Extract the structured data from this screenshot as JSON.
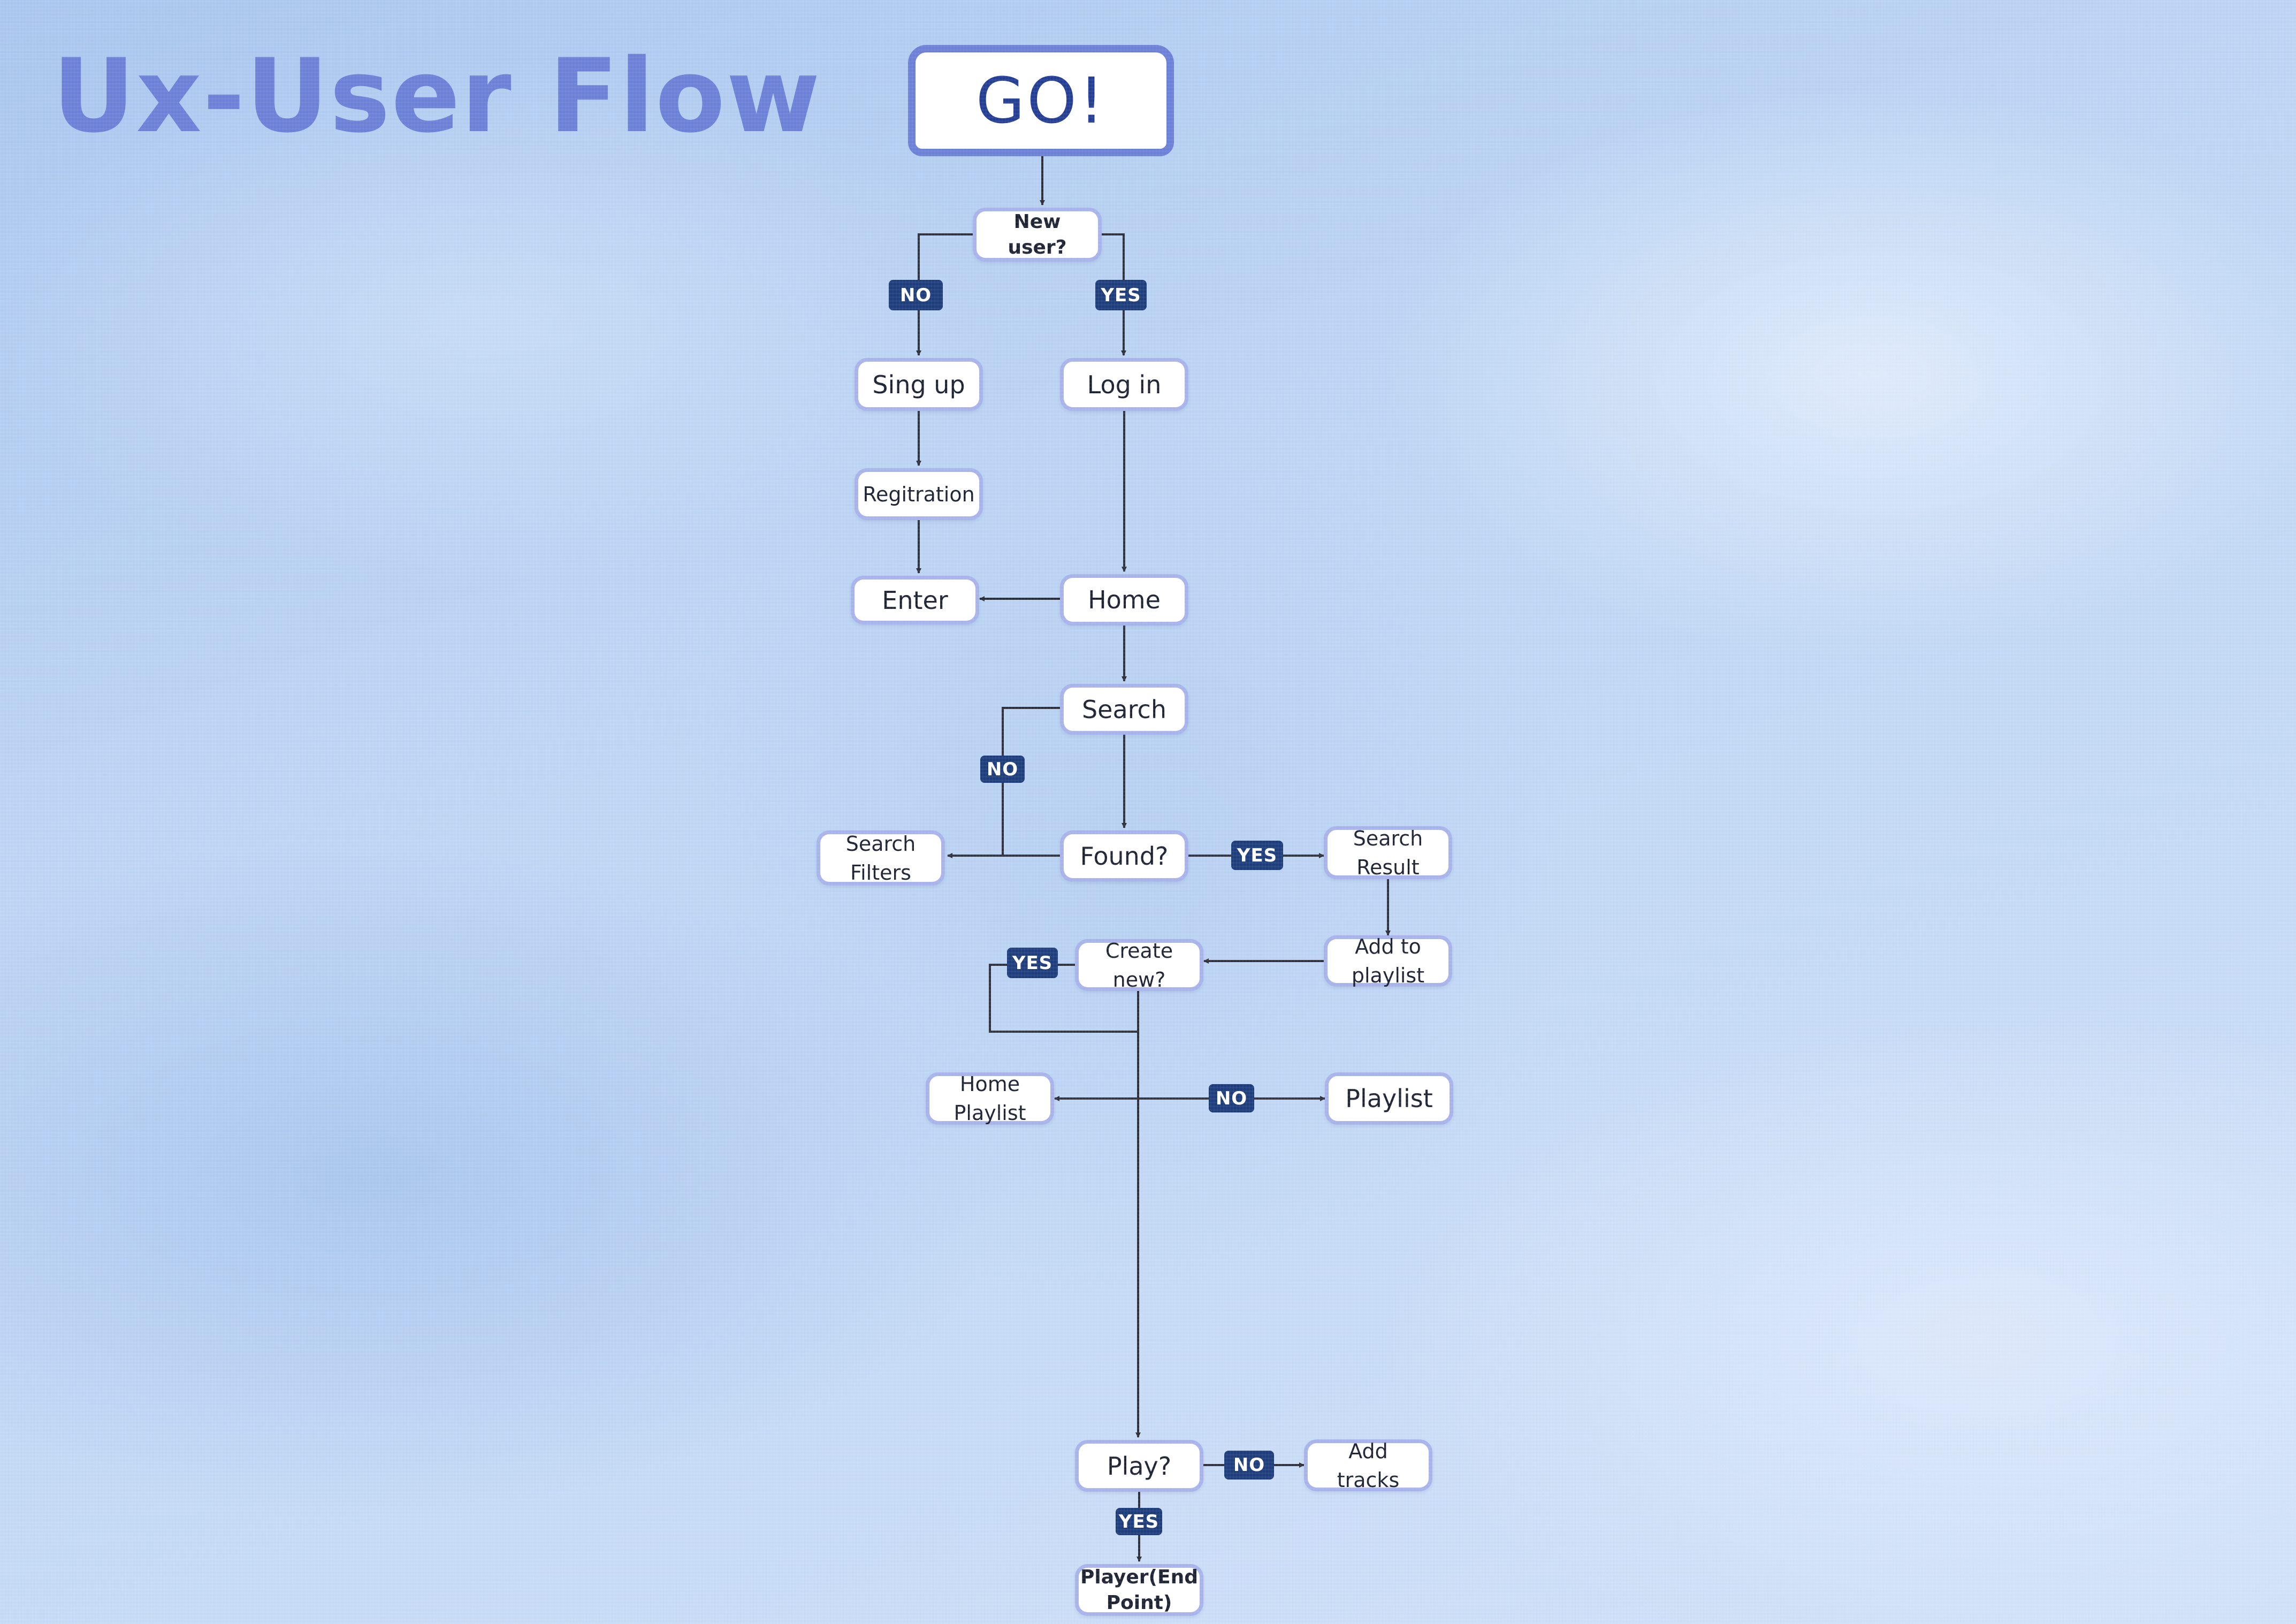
{
  "title": "Ux-User Flow",
  "colors": {
    "title": "#6b80d6",
    "node_border": "#a7b3ea",
    "start_border": "#6b80d6",
    "start_text": "#233d93",
    "tag_fill": "#1d3c7b",
    "connector": "#2e2e3a"
  },
  "start": "GO!",
  "nodes": {
    "new_user": "New user?",
    "sign_up": "Sing up",
    "log_in": "Log in",
    "registration": "Regitration",
    "enter": "Enter",
    "home": "Home",
    "search": "Search",
    "found": "Found?",
    "search_filters": "Search Filters",
    "search_result": "Search Result",
    "add_to_playlist": "Add to playlist",
    "create_new": "Create new?",
    "home_playlist": "Home Playlist",
    "playlist": "Playlist",
    "play": "Play?",
    "add_tracks": "Add tracks",
    "player": "Player(End Point)"
  },
  "tags": {
    "new_user_no": "NO",
    "new_user_yes": "YES",
    "found_no": "NO",
    "found_yes": "YES",
    "create_yes": "YES",
    "create_no": "NO",
    "play_no": "NO",
    "play_yes": "YES"
  },
  "edges": [
    {
      "from": "start",
      "to": "new_user"
    },
    {
      "from": "new_user",
      "to": "sign_up",
      "label": "NO"
    },
    {
      "from": "new_user",
      "to": "log_in",
      "label": "YES"
    },
    {
      "from": "sign_up",
      "to": "registration"
    },
    {
      "from": "registration",
      "to": "enter"
    },
    {
      "from": "log_in",
      "to": "home"
    },
    {
      "from": "home",
      "to": "enter"
    },
    {
      "from": "home",
      "to": "search"
    },
    {
      "from": "search",
      "to": "found"
    },
    {
      "from": "found",
      "to": "search_filters",
      "label": "NO"
    },
    {
      "from": "found",
      "to": "search_result",
      "label": "YES"
    },
    {
      "from": "search_result",
      "to": "add_to_playlist"
    },
    {
      "from": "add_to_playlist",
      "to": "create_new"
    },
    {
      "from": "create_new",
      "to": "home_playlist",
      "label": "YES"
    },
    {
      "from": "create_new",
      "to": "playlist",
      "label": "NO"
    },
    {
      "from": "create_new",
      "to": "play"
    },
    {
      "from": "play",
      "to": "add_tracks",
      "label": "NO"
    },
    {
      "from": "play",
      "to": "player",
      "label": "YES"
    }
  ]
}
